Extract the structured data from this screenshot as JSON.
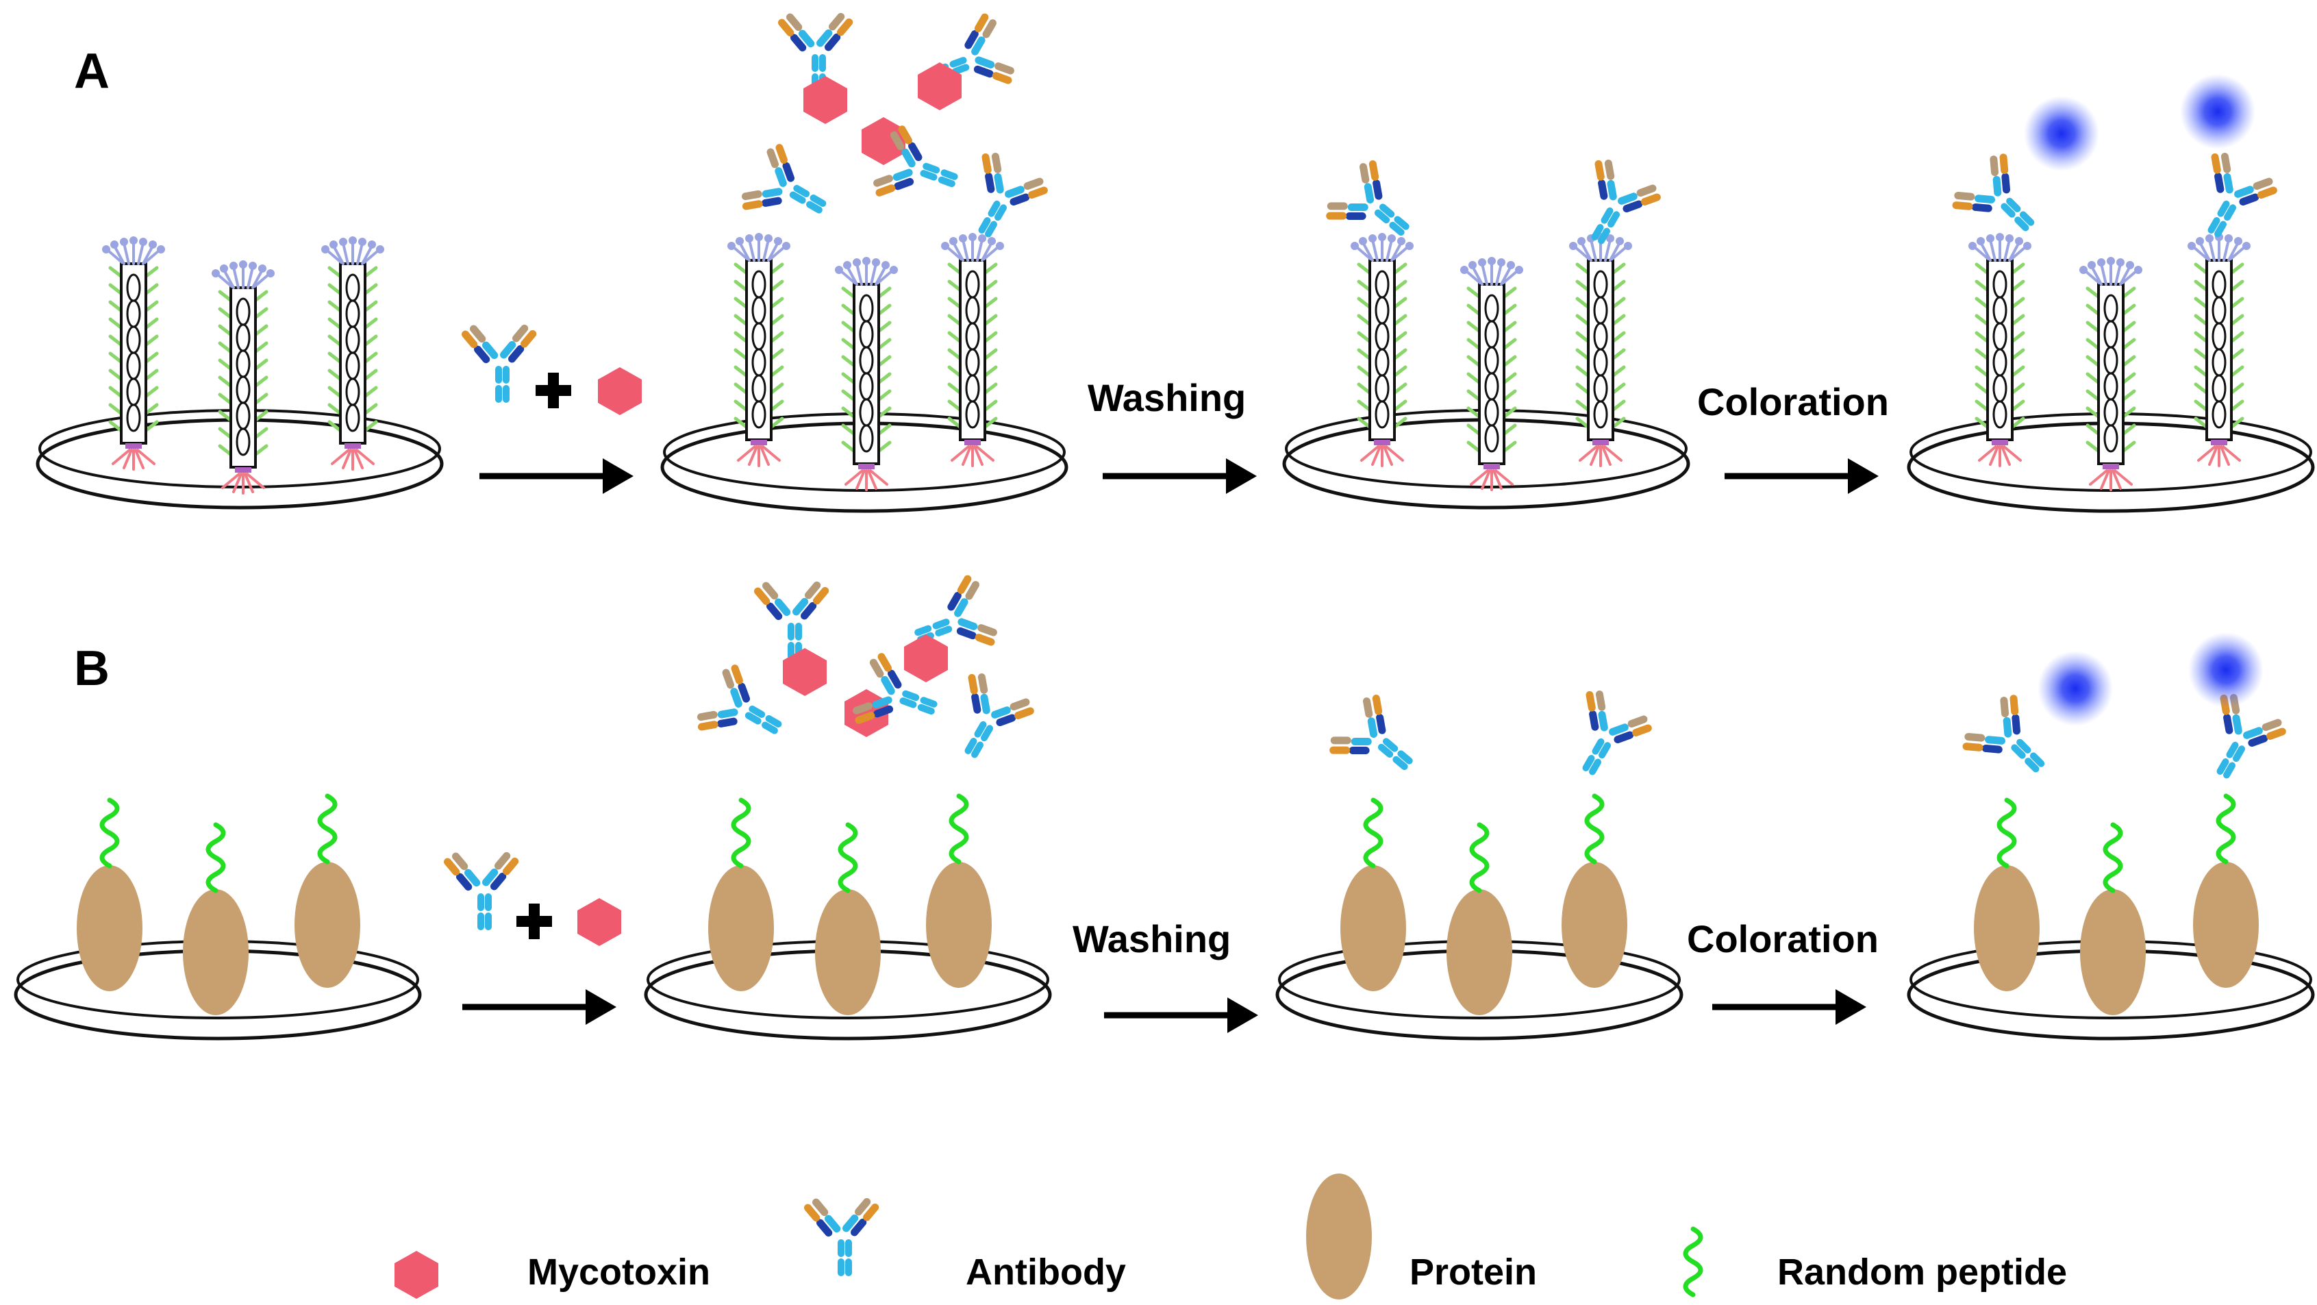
{
  "panels": {
    "a": {
      "label": "A"
    },
    "b": {
      "label": "B"
    }
  },
  "steps": {
    "washing": "Washing",
    "coloration": "Coloration"
  },
  "legend": {
    "mycotoxin": "Mycotoxin",
    "antibody": "Antibody",
    "protein": "Protein",
    "random_peptide": "Random peptide"
  },
  "colors": {
    "mycotoxin": "#f05a6e",
    "antibody_heavy": "#2fb6e6",
    "antibody_light_dark": "#1f3fa8",
    "antibody_light_orange": "#e0922a",
    "antibody_tan": "#b49a78",
    "protein": "#c8a070",
    "peptide": "#22dd22",
    "phage_fiber": "#8ad66a",
    "phage_tip": "#9aa4e0",
    "phage_base": "#f07a86",
    "glow": "#1a2cf0"
  },
  "icons": {
    "arrow": "arrow-right-icon",
    "plus": "plus-icon",
    "plate": "petri-dish-icon"
  }
}
